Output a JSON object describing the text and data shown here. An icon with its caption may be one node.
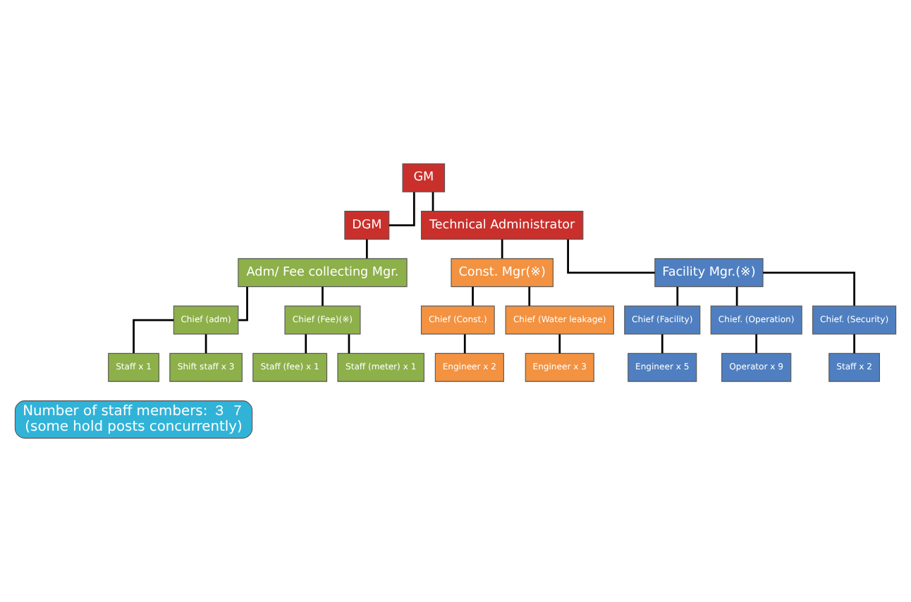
{
  "diagram": {
    "nodes": [
      {
        "text": [
          "GM"
        ]
      },
      {
        "text": [
          "DGM"
        ]
      },
      {
        "text": [
          "Technical Administrator"
        ]
      },
      {
        "text": [
          "Adm/ Fee collecting Mgr."
        ]
      },
      {
        "text": [
          "Const. Mgr(※)"
        ]
      },
      {
        "text": [
          "Facility Mgr.(※)"
        ]
      },
      {
        "text": [
          "Chief (adm)"
        ]
      },
      {
        "text": [
          "Staff x 1"
        ]
      },
      {
        "text": [
          "Shift staff x 3"
        ]
      },
      {
        "text": [
          "Chief (Fee)(※)"
        ]
      },
      {
        "text": [
          "Staff (fee) x 1"
        ]
      },
      {
        "text": [
          "Staff (meter) x 1"
        ]
      },
      {
        "text": [
          "Chief (Const.)"
        ]
      },
      {
        "text": [
          "Engineer x 2"
        ]
      },
      {
        "text": [
          "Chief (Water leakage)"
        ]
      },
      {
        "text": [
          "Engineer x 3"
        ]
      },
      {
        "text": [
          "Chief (Facility)"
        ]
      },
      {
        "text": [
          "Engineer x 5"
        ]
      },
      {
        "text": [
          "Chief. (Operation)"
        ]
      },
      {
        "text": [
          "Operator x 9"
        ]
      },
      {
        "text": [
          "Chief. (Security)"
        ]
      },
      {
        "text": [
          "Staff x 2"
        ]
      },
      {
        "text": [
          "Number of staff members: ３ ７",
          "(some hold posts concurrently)"
        ]
      }
    ],
    "edges": [
      {
        "from": 0,
        "to": 1,
        "arrow": "none"
      },
      {
        "from": 0,
        "to": 2,
        "arrow": "none"
      },
      {
        "from": 1,
        "to": 3,
        "arrow": "none"
      },
      {
        "from": 2,
        "to": 4,
        "arrow": "none"
      },
      {
        "from": 2,
        "to": 5,
        "arrow": "none"
      },
      {
        "from": 3,
        "to": 6,
        "arrow": "none"
      },
      {
        "from": 6,
        "to": 7,
        "arrow": "none"
      },
      {
        "from": 6,
        "to": 8,
        "arrow": "none"
      },
      {
        "from": 3,
        "to": 9,
        "arrow": "none"
      },
      {
        "from": 9,
        "to": 10,
        "arrow": "none"
      },
      {
        "from": 9,
        "to": 11,
        "arrow": "none"
      },
      {
        "from": 4,
        "to": 12,
        "arrow": "none"
      },
      {
        "from": 12,
        "to": 13,
        "arrow": "none"
      },
      {
        "from": 4,
        "to": 14,
        "arrow": "none"
      },
      {
        "from": 14,
        "to": 15,
        "arrow": "none"
      },
      {
        "from": 5,
        "to": 16,
        "arrow": "none"
      },
      {
        "from": 16,
        "to": 17,
        "arrow": "none"
      },
      {
        "from": 5,
        "to": 18,
        "arrow": "none"
      },
      {
        "from": 18,
        "to": 19,
        "arrow": "none"
      },
      {
        "from": 5,
        "to": 20,
        "arrow": "none"
      },
      {
        "from": 20,
        "to": 21,
        "arrow": "none"
      }
    ]
  }
}
